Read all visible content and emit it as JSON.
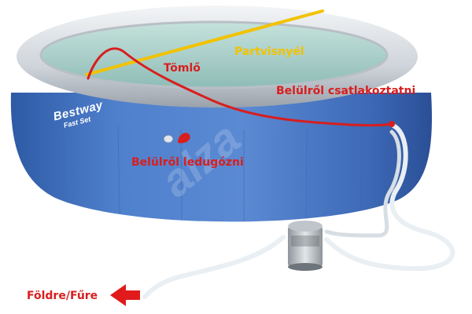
{
  "annotations": {
    "skimmer": "Partvisnyél",
    "hose": "Tömlő",
    "connect_inside": "Belülről csatlakoztatni",
    "plug_inside": "Belülről ledugózni",
    "to_ground": "Földre/Fűre"
  },
  "brand": {
    "name": "Bestway",
    "model": "Fast Set"
  },
  "watermark": "alza",
  "colors": {
    "pool_body": "#4a78c4",
    "pool_ring": "#d9dde2",
    "water": "#a9cfc8",
    "annotation_red": "#d81e1e",
    "annotation_yellow": "#f2c200",
    "hose": "#e8eef2"
  }
}
